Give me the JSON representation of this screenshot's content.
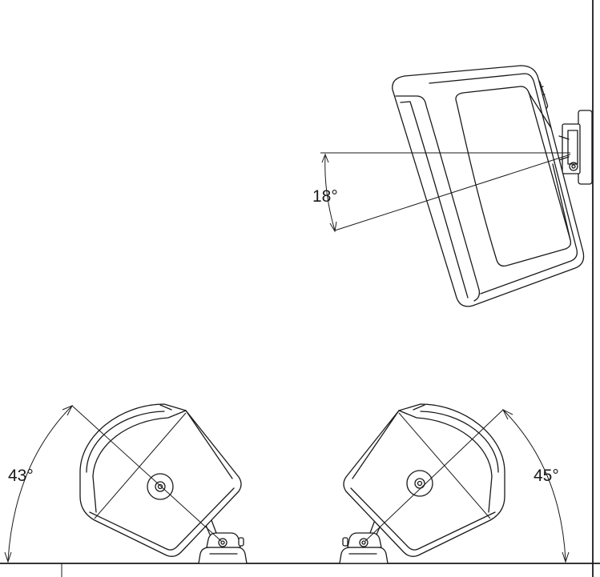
{
  "labels": {
    "wall_tilt": "18°",
    "floor_left": "43°",
    "floor_right": "45°"
  },
  "colors": {
    "ink": "#1a1a1a",
    "paper": "#ffffff"
  }
}
